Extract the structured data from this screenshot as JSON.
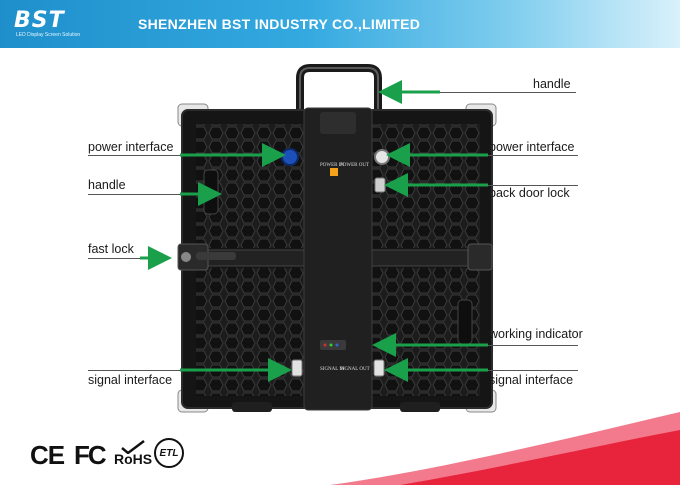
{
  "header": {
    "logo": "BST",
    "logo_tagline": "LED Display Screen Solution",
    "company": "SHENZHEN BST INDUSTRY CO.,LIMITED"
  },
  "colors": {
    "header_start": "#1e8fcb",
    "header_end": "#d9f1fb",
    "arrow": "#1aa04a",
    "swoosh_red": "#e8243c",
    "swoosh_pink": "#f27a8c"
  },
  "labels": {
    "handle_top": "handle",
    "power_left": "power interface",
    "power_right": "power interface",
    "handle_left": "handle",
    "back_door_lock": "back door lock",
    "fast_lock": "fast lock",
    "working_indicator": "working indicator",
    "signal_left": "signal interface",
    "signal_right": "signal interface"
  },
  "module": {
    "power_in": "POWER IN",
    "power_out": "POWER OUT",
    "signal_in": "SIGNAL IN",
    "signal_out": "SIGNAL OUT"
  },
  "certifications": {
    "ce": "CE",
    "fc": "FC",
    "rohs": "RoHS",
    "etl": "ETL"
  }
}
